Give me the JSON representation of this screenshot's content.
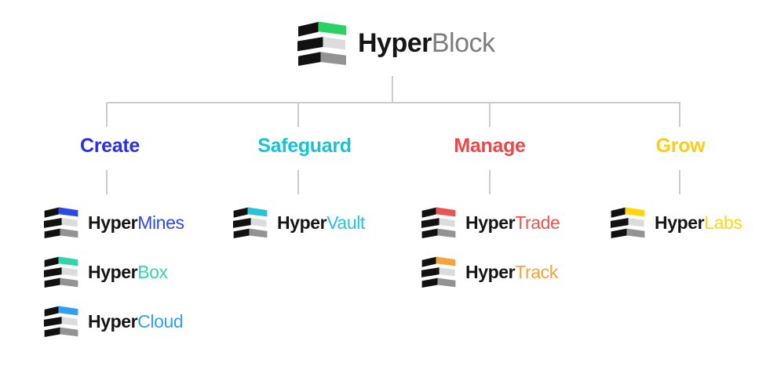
{
  "brand": {
    "prefix": "Hyper",
    "suffix": "Block",
    "suffix_color": "#7d7d7d",
    "icon_name": "stacked-blocks-logo",
    "icon_top_color": "#2ad163"
  },
  "palette": {
    "line": "#cccccc",
    "icon_dark": "#111111",
    "icon_mid": "#dcdcdd",
    "icon_low": "#939393",
    "prefix_color": "#151515"
  },
  "categories": [
    {
      "label": "Create",
      "color": "#2a2fe4",
      "items": [
        {
          "prefix": "Hyper",
          "suffix": "Mines",
          "color": "#2d49e4"
        },
        {
          "prefix": "Hyper",
          "suffix": "Box",
          "color": "#35d3ab"
        },
        {
          "prefix": "Hyper",
          "suffix": "Cloud",
          "color": "#2e9ff2"
        }
      ]
    },
    {
      "label": "Safeguard",
      "color": "#14c3d6",
      "items": [
        {
          "prefix": "Hyper",
          "suffix": "Vault",
          "color": "#28c3d7"
        }
      ]
    },
    {
      "label": "Manage",
      "color": "#ea4747",
      "items": [
        {
          "prefix": "Hyper",
          "suffix": "Trade",
          "color": "#e9544d"
        },
        {
          "prefix": "Hyper",
          "suffix": "Track",
          "color": "#f6a23c"
        }
      ]
    },
    {
      "label": "Grow",
      "color": "#fccd12",
      "items": [
        {
          "prefix": "Hyper",
          "suffix": "Labs",
          "color": "#ffd60e"
        }
      ]
    }
  ]
}
